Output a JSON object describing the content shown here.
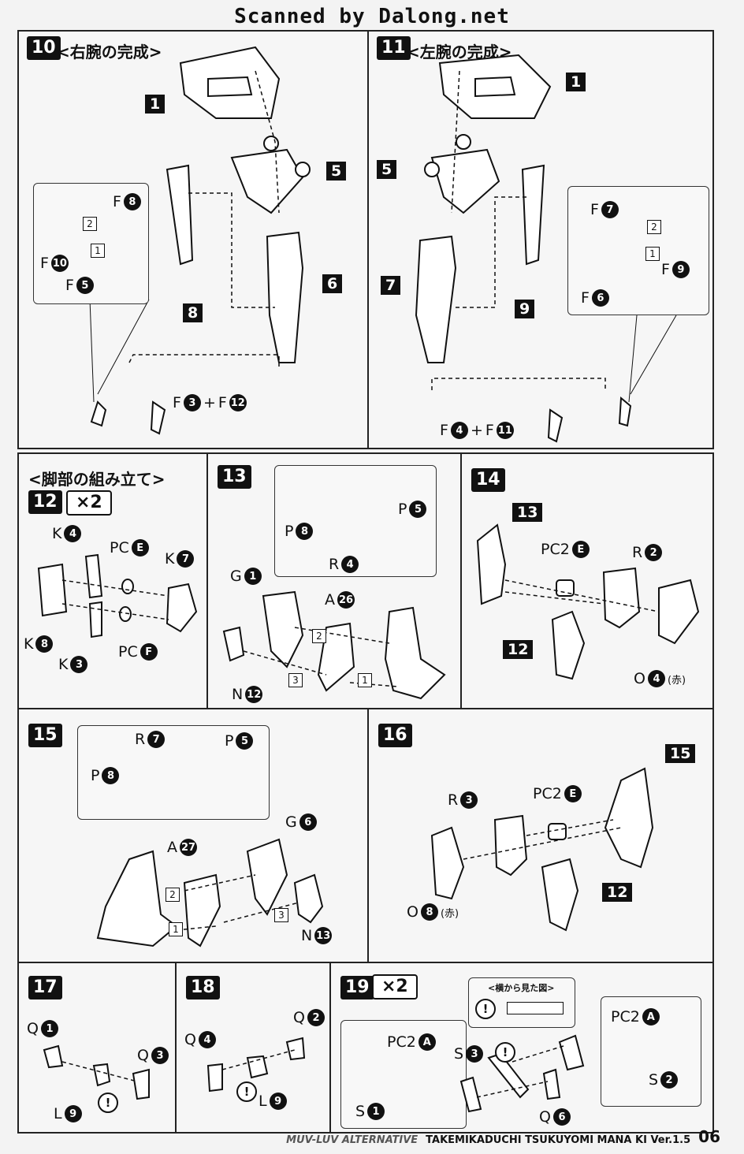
{
  "watermark": "Scanned by Dalong.net",
  "steps": {
    "s10": {
      "num": "10",
      "title": "<右腕の完成>"
    },
    "s11": {
      "num": "11",
      "title": "<左腕の完成>"
    },
    "s12": {
      "num": "12",
      "title": "<脚部の組み立て>",
      "mult": "×2"
    },
    "s13": {
      "num": "13"
    },
    "s14": {
      "num": "14"
    },
    "s15": {
      "num": "15"
    },
    "s16": {
      "num": "16"
    },
    "s17": {
      "num": "17"
    },
    "s18": {
      "num": "18"
    },
    "s19": {
      "num": "19",
      "mult": "×2",
      "side_view": "<横から見た図>"
    }
  },
  "refs": {
    "r1": "1",
    "r5": "5",
    "r6": "6",
    "r7": "7",
    "r8": "8",
    "r9": "9",
    "r12": "12",
    "r13": "13",
    "r15": "15"
  },
  "seq": {
    "one": "1",
    "two": "2",
    "three": "3"
  },
  "parts": {
    "F": "F",
    "K": "K",
    "P": "P",
    "R": "R",
    "G": "G",
    "A": "A",
    "N": "N",
    "O": "O",
    "Q": "Q",
    "L": "L",
    "S": "S",
    "PC": "PC",
    "PC2": "PC2",
    "plus": "+",
    "red": "(赤)",
    "excl": "!"
  },
  "nums": {
    "n1": "1",
    "n2": "2",
    "n3": "3",
    "n4": "4",
    "n5": "5",
    "n6": "6",
    "n7": "7",
    "n8": "8",
    "n9": "9",
    "n10": "10",
    "n11": "11",
    "n12": "12",
    "n13": "13",
    "n26": "26",
    "n27": "27",
    "A": "A",
    "E": "E",
    "Fc": "F"
  },
  "footer": {
    "series": "MUV-LUV ALTERNATIVE",
    "title": "TAKEMIKADUCHI TSUKUYOMI MANA KI Ver.1.5",
    "page": "06"
  }
}
